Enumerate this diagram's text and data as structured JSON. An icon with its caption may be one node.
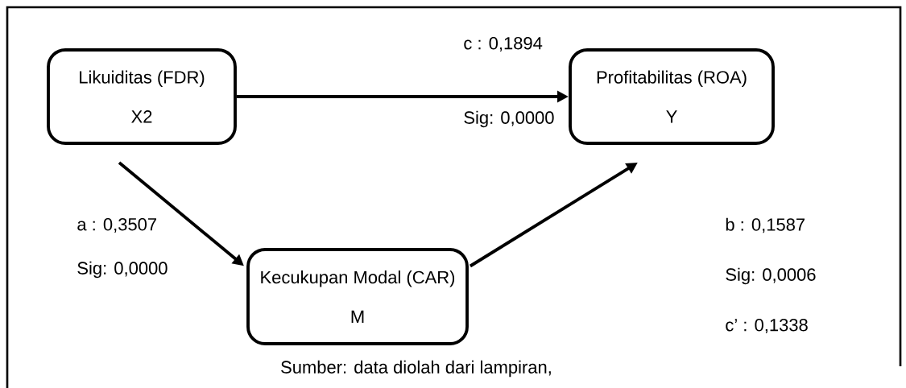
{
  "diagram": {
    "caption": "Sumber: data diolah dari lampiran,",
    "nodes": [
      {
        "text": [
          "Likuiditas (FDR)",
          "X2"
        ]
      },
      {
        "text": [
          "Profitabilitas (ROA)",
          "Y"
        ]
      },
      {
        "text": [
          "Kecukupan Modal (CAR)",
          "M"
        ]
      }
    ],
    "edges": [
      {
        "from": 0,
        "to": 1,
        "arrow": "to"
      },
      {
        "from": 0,
        "to": 2,
        "arrow": "to"
      },
      {
        "from": 2,
        "to": 1,
        "arrow": "to"
      }
    ],
    "labels": [
      "c : 0,1894",
      "Sig: 0,0000",
      "a : 0,3507",
      "Sig: 0,0000",
      "b : 0,1587",
      "Sig: 0,0006",
      "c’ : 0,1338"
    ]
  }
}
